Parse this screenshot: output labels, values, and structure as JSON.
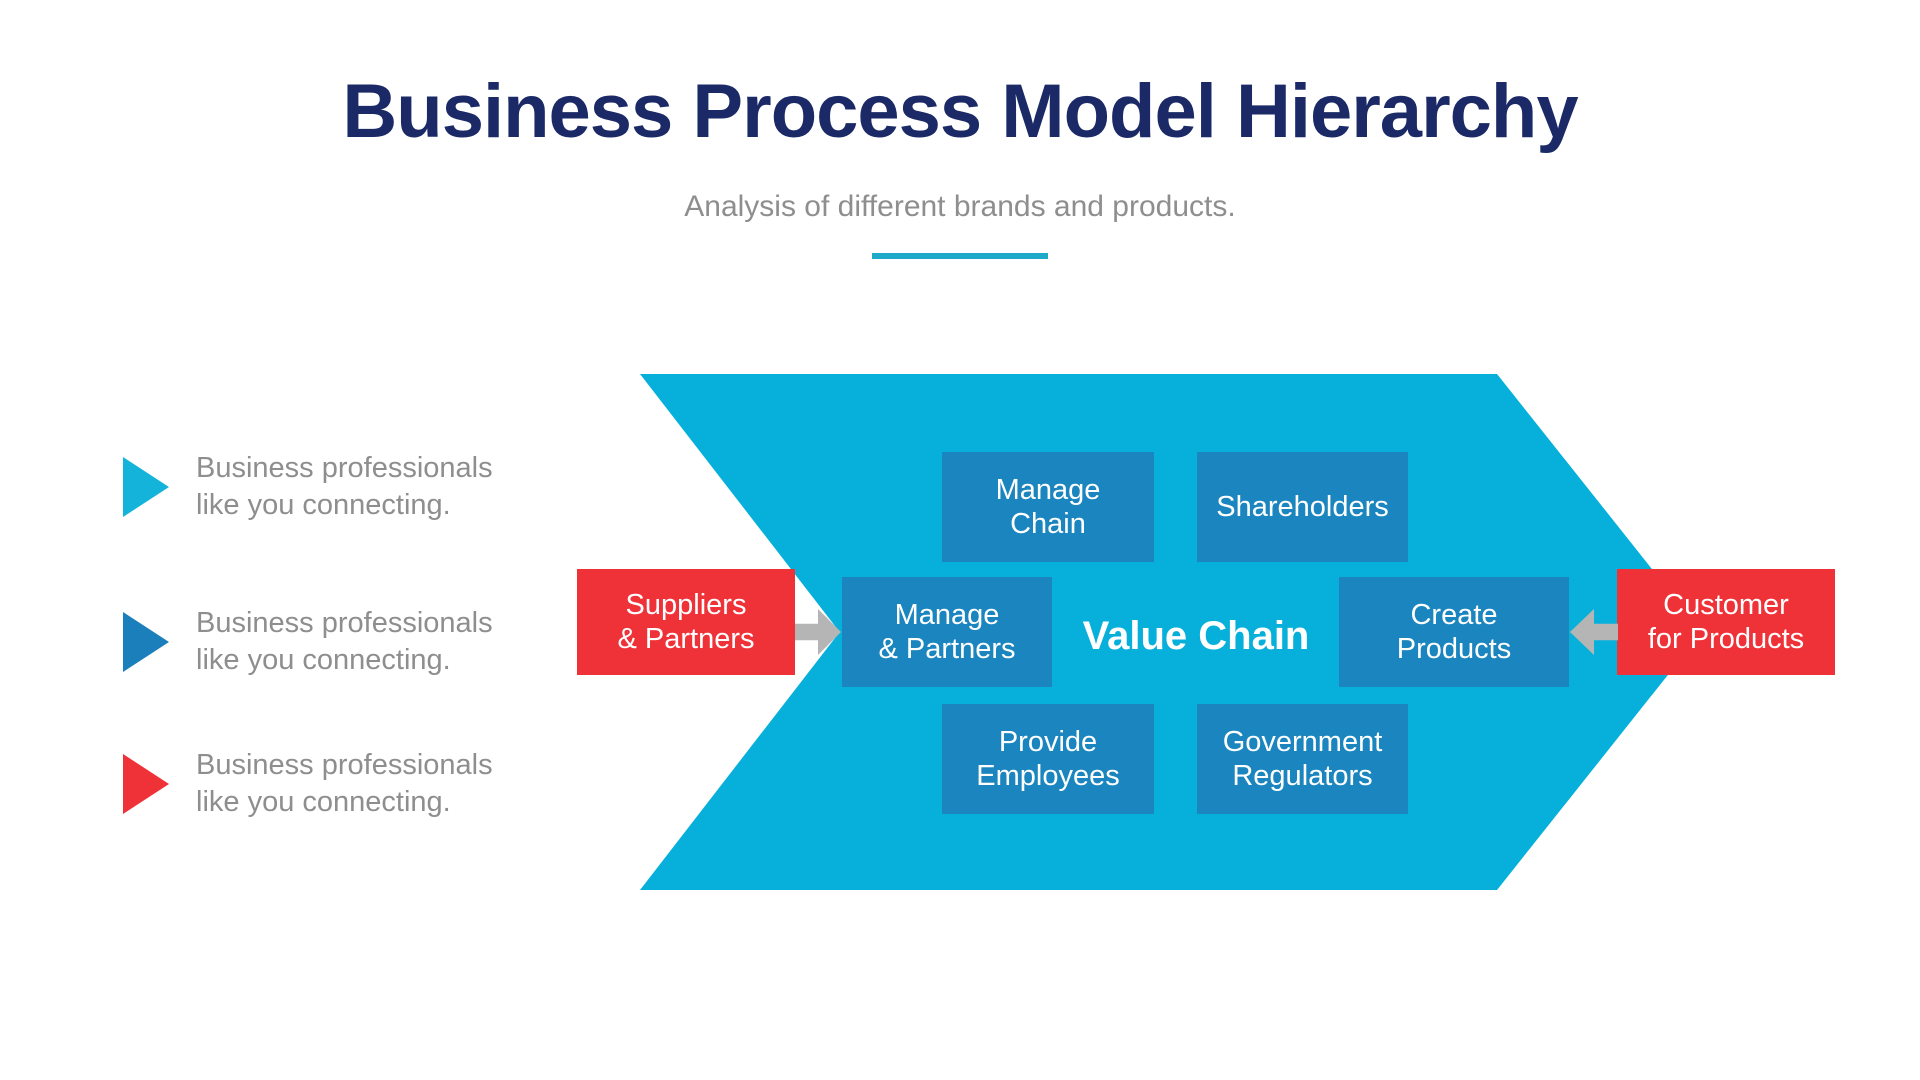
{
  "header": {
    "title": "Business Process Model Hierarchy",
    "subtitle": "Analysis of different brands and products."
  },
  "palette": {
    "title_navy": "#1B2A66",
    "body_gray": "#8E8E8E",
    "divider_teal": "#1FA9C8",
    "chevron_cyan": "#07B0DA",
    "box_blue": "#1A85BE",
    "accent_red": "#EF3138",
    "arrow_gray": "#B5B5B5",
    "legend_cyan": "#14B4DA",
    "legend_blue": "#1B7FBB",
    "legend_red": "#EF3138"
  },
  "legend": {
    "items": [
      {
        "color": "#14B4DA",
        "text": "Business professionals\nlike you connecting."
      },
      {
        "color": "#1B7FBB",
        "text": "Business professionals\nlike you connecting."
      },
      {
        "color": "#EF3138",
        "text": "Business professionals\nlike you connecting."
      }
    ]
  },
  "diagram": {
    "center_label": "Value Chain",
    "boxes": {
      "manage_chain": "Manage\nChain",
      "shareholders": "Shareholders",
      "manage_partners": "Manage\n& Partners",
      "create_products": "Create\nProducts",
      "provide_employees": "Provide\nEmployees",
      "government_regulators": "Government\nRegulators"
    },
    "external": {
      "suppliers": "Suppliers\n& Partners",
      "customer": "Customer\nfor Products"
    }
  }
}
